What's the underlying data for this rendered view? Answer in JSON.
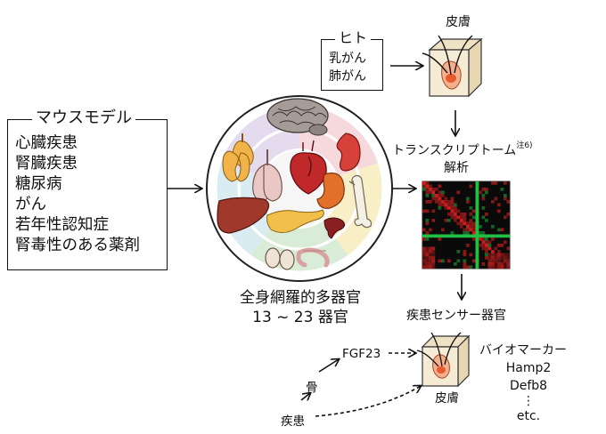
{
  "mouse_model": {
    "title": "マウスモデル",
    "conditions": [
      "心臓疾患",
      "腎臓疾患",
      "糖尿病",
      "がん",
      "若年性認知症",
      "腎毒性のある薬剤"
    ]
  },
  "human": {
    "title": "ヒト",
    "conditions": [
      "乳がん",
      "肺がん"
    ]
  },
  "skin_top_label": "皮膚",
  "transcriptome": {
    "line1": "トランスクリプトーム",
    "note": "注6)",
    "line2": "解析"
  },
  "organs_caption": {
    "line1": "全身網羅的多器官",
    "line2": "13 ~ 23 器官"
  },
  "disease_sensor_label": "疾患センサー器官",
  "bottom": {
    "fgf23": "FGF23",
    "bone": "骨",
    "disease": "疾患",
    "skin": "皮膚",
    "biomarker_title": "バイオマーカー",
    "biomarkers": [
      "Hamp2",
      "Defb8",
      "⋮",
      "etc."
    ]
  },
  "colors": {
    "ring_segments": [
      "#f6d9dc",
      "#f8efc7",
      "#d9ecd7",
      "#d8ecf2",
      "#e4dbef"
    ],
    "heatmap_red": "#d42020",
    "heatmap_green": "#22d24a"
  }
}
